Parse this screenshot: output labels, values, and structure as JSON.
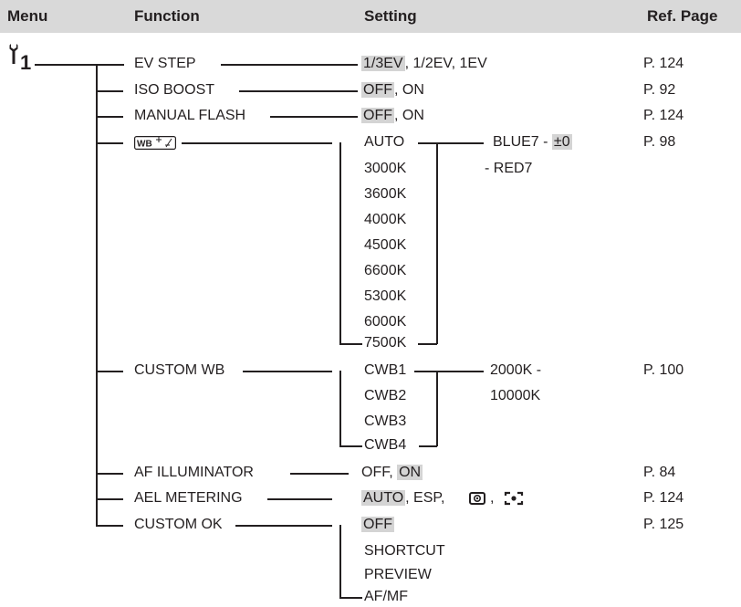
{
  "header": {
    "menu": "Menu",
    "function": "Function",
    "setting": "Setting",
    "ref": "Ref. Page"
  },
  "menu_label": "1",
  "rows": {
    "ev": {
      "func": "EV STEP",
      "def": "1/3EV",
      "rest": ", 1/2EV, 1EV",
      "ref": "P. 124"
    },
    "iso": {
      "func": "ISO BOOST",
      "def": "OFF",
      "rest": ", ON",
      "ref": "P. 92"
    },
    "mflash": {
      "func": "MANUAL FLASH",
      "def": "OFF",
      "rest": ", ON",
      "ref": "P. 124"
    },
    "wb": {
      "opts": [
        "AUTO",
        "3000K",
        "3600K",
        "4000K",
        "4500K",
        "6600K",
        "5300K",
        "6000K",
        "7500K"
      ],
      "sub1_pre": "BLUE7 - ",
      "sub1_def": "±0",
      "sub2": "- RED7",
      "ref": "P. 98"
    },
    "cwb": {
      "func": "CUSTOM WB",
      "opts": [
        "CWB1",
        "CWB2",
        "CWB3",
        "CWB4"
      ],
      "sub1": "2000K -",
      "sub2": "10000K",
      "ref": "P. 100"
    },
    "af": {
      "func": "AF ILLUMINATOR",
      "pre": "OFF, ",
      "def": "ON",
      "ref": "P. 84"
    },
    "ael": {
      "func": "AEL METERING",
      "def": "AUTO",
      "rest": ", ESP,",
      "comma": ",",
      "ref": "P. 124"
    },
    "cok": {
      "func": "CUSTOM OK",
      "opts": [
        "OFF",
        "SHORTCUT",
        "PREVIEW",
        "AF/MF"
      ],
      "ref": "P. 125"
    }
  },
  "icons": {
    "wrench": "wrench-icon",
    "wb_comp": "wb-compensation-icon",
    "metering_center": "center-weighted-metering-icon",
    "metering_spot": "spot-metering-icon"
  }
}
